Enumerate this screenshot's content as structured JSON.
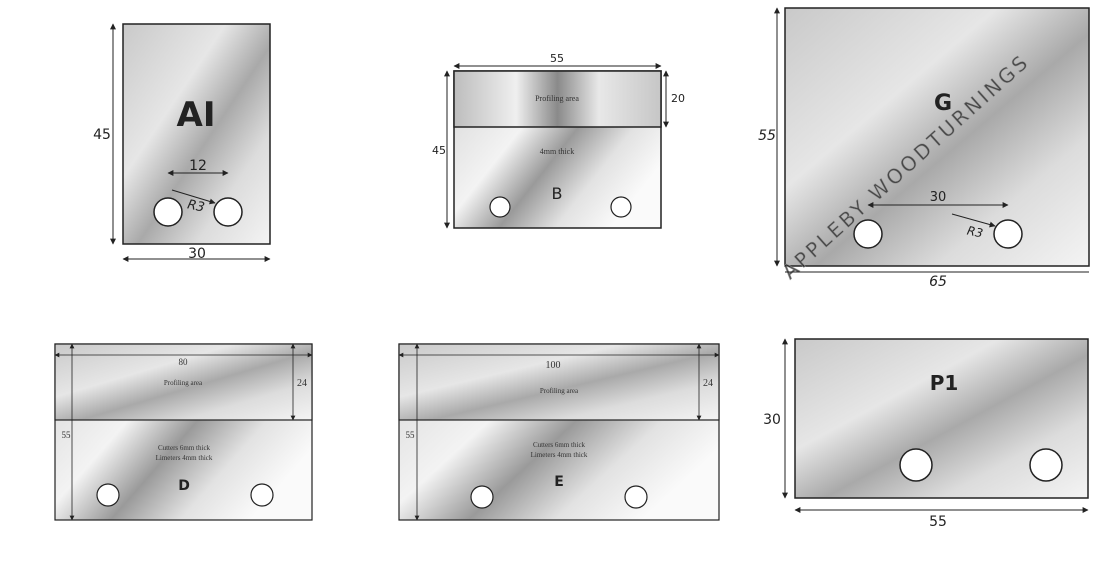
{
  "blades": [
    {
      "name": "AI",
      "width_mm": "30",
      "height_mm": "45",
      "hole_spacing": "12",
      "hole_radius": "R3"
    },
    {
      "name": "B",
      "width_mm": "55",
      "height_mm": "45",
      "profiling_height": "20",
      "profiling_label": "Profiling area",
      "thickness_note": "4mm thick"
    },
    {
      "name": "G",
      "width_mm": "65",
      "height_mm": "55",
      "hole_spacing": "30",
      "hole_radius": "R3",
      "watermark": "APPLEBY WOODTURNINGS"
    },
    {
      "name": "D",
      "width_mm": "80",
      "height_mm": "55",
      "profiling_height": "24",
      "profiling_label": "Profiling area",
      "note_line1": "Cutters 6mm thick",
      "note_line2": "Limeters 4mm thick"
    },
    {
      "name": "E",
      "width_mm": "100",
      "height_mm": "55",
      "profiling_height": "24",
      "profiling_label": "Profiling area",
      "note_line1": "Cutters 6mm thick",
      "note_line2": "Limeters 4mm thick"
    },
    {
      "name": "P1",
      "width_mm": "55",
      "height_mm": "30"
    }
  ],
  "colors": {
    "steel_light": "#f2f2f2",
    "steel_mid": "#cfcfcf",
    "steel_dark": "#7a7a7a",
    "outline": "#222222"
  }
}
